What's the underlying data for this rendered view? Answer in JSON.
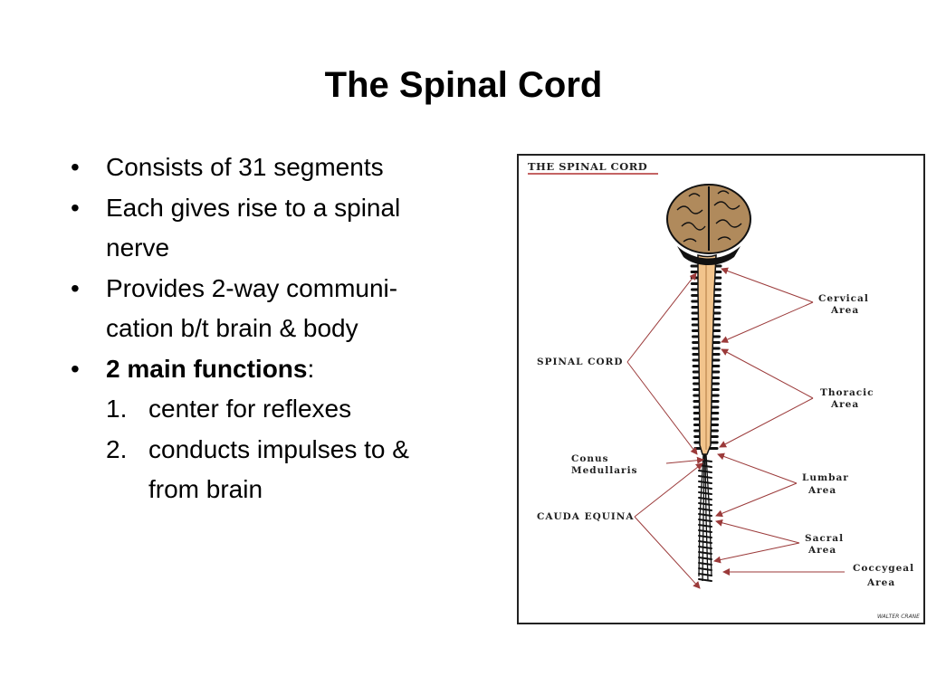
{
  "slide": {
    "title": "The Spinal Cord",
    "bullet_symbol": "•",
    "bullets": [
      {
        "lines": [
          "Consists of 31 segments"
        ]
      },
      {
        "lines": [
          "Each gives rise to a spinal",
          "nerve"
        ]
      },
      {
        "lines": [
          "Provides 2-way communi-",
          "cation b/t brain & body"
        ]
      },
      {
        "bold": "2 main functions",
        "rest": ":"
      }
    ],
    "functions": [
      {
        "num": "1.",
        "lines": [
          "center for reflexes"
        ]
      },
      {
        "num": "2.",
        "lines": [
          "conducts impulses to &",
          "from brain"
        ]
      }
    ]
  },
  "figure": {
    "title": "THE SPINAL CORD",
    "labels": {
      "spinal_cord": "SPINAL CORD",
      "conus": [
        "Conus",
        "Medullaris"
      ],
      "cauda": "CAUDA EQUINA",
      "cervical": [
        "Cervical",
        "Area"
      ],
      "thoracic": [
        "Thoracic",
        "Area"
      ],
      "lumbar": [
        "Lumbar",
        "Area"
      ],
      "sacral": [
        "Sacral",
        "Area"
      ],
      "coccygeal": [
        "Coccygeal",
        "Area"
      ]
    },
    "signature": "WALTER CRANE",
    "colors": {
      "arrow": "#9b3a3a",
      "cord": "#f2c48c",
      "brain": "#b08a5c",
      "outline": "#111111"
    }
  }
}
